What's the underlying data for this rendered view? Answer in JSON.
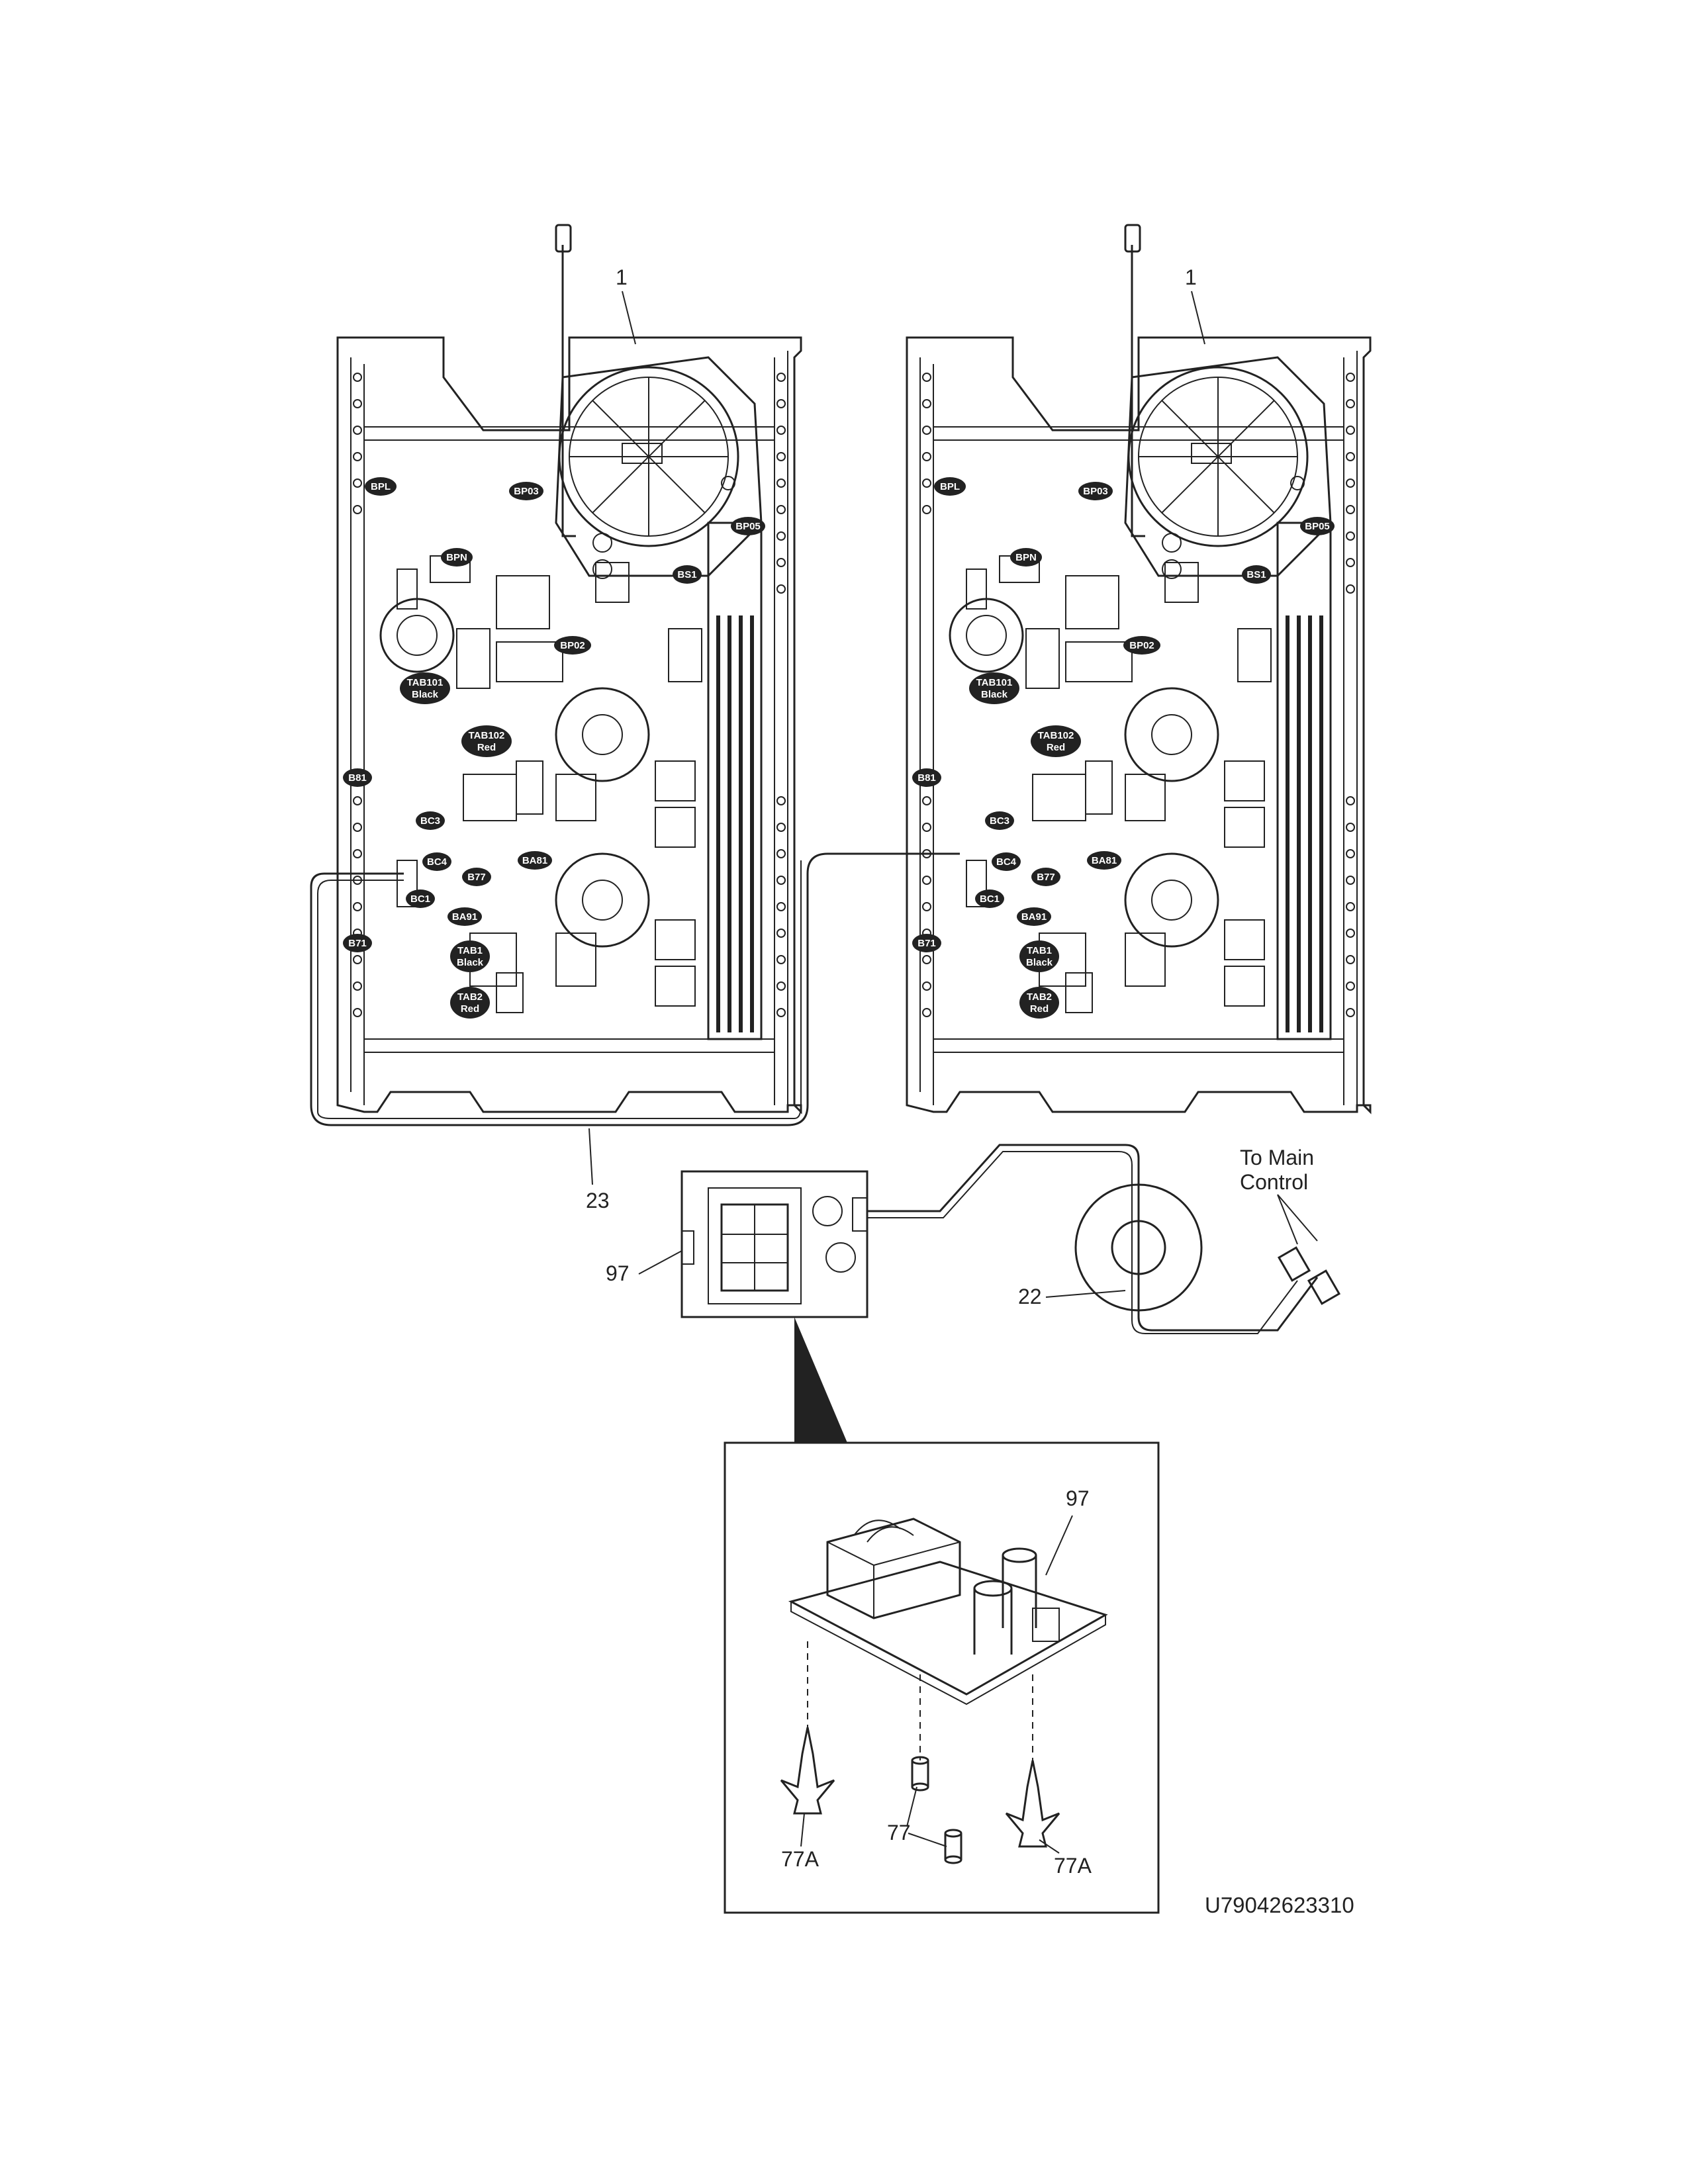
{
  "callouts": {
    "board_left": "1",
    "board_right": "1",
    "harness_23": "23",
    "harness_22": "22",
    "board_97": "97",
    "detail_97": "97",
    "clip_left": "77A",
    "clip_right": "77A",
    "standoff": "77"
  },
  "to_main_control": [
    "To Main",
    "Control"
  ],
  "document_number": "U79042623310",
  "board_tags": [
    [
      "BPL"
    ],
    [
      "BP03"
    ],
    [
      "BPN"
    ],
    [
      "BP05"
    ],
    [
      "BS1"
    ],
    [
      "BP02"
    ],
    [
      "TAB101",
      "Black"
    ],
    [
      "TAB102",
      "Red"
    ],
    [
      "B81"
    ],
    [
      "BC3"
    ],
    [
      "BC4"
    ],
    [
      "B77"
    ],
    [
      "BA81"
    ],
    [
      "BC1"
    ],
    [
      "BA91"
    ],
    [
      "B71"
    ],
    [
      "TAB1",
      "Black"
    ],
    [
      "TAB2",
      "Red"
    ]
  ]
}
